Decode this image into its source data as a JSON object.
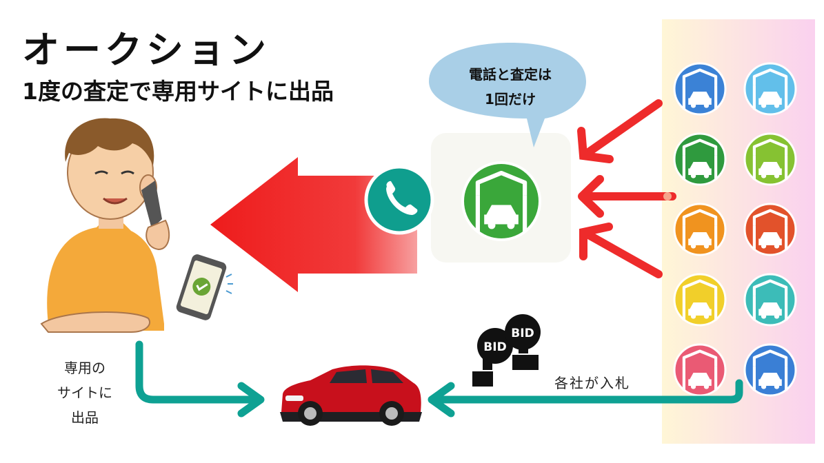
{
  "header": {
    "title": "オークション",
    "subtitle": "1度の査定で専用サイトに出品"
  },
  "bubble": {
    "line1": "電話と査定は",
    "line2": "1回だけ"
  },
  "captions": {
    "left_line1": "専用の",
    "left_line2": "サイトに",
    "left_line3": "出品",
    "bid": "各社が入札"
  },
  "bid_signs": [
    "BID",
    "BID"
  ],
  "dealer_colors": [
    "#3b82d6",
    "#62bfea",
    "#2f9a3e",
    "#86c232",
    "#f0931f",
    "#e2522b",
    "#f1cf2a",
    "#3cbcb8",
    "#ea5a74",
    "#3a7fd5"
  ],
  "colors": {
    "arrow_red": "#ee2b2b",
    "teal": "#0ea193",
    "center_green": "#3aa73a"
  }
}
